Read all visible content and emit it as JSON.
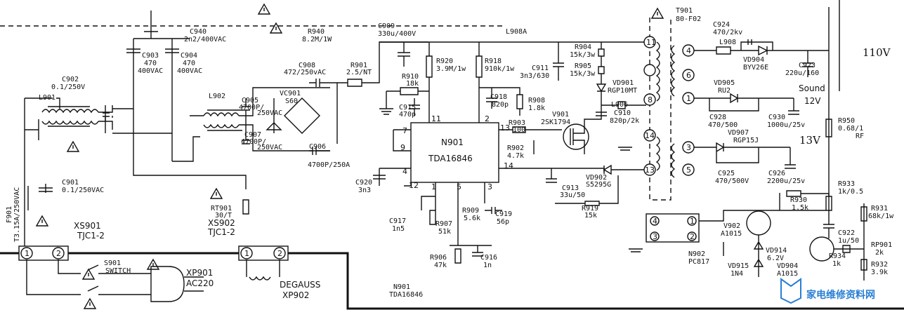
{
  "labels": {
    "t901_top": "T901",
    "t901_part": "80-F02",
    "v110": "110V",
    "sound": "Sound",
    "v12": "12V",
    "v13": "13V",
    "c940": "C940",
    "c940v": "2n2/400VAC",
    "r940": "R940",
    "r940v": "8.2M/1W",
    "c909": "C909",
    "c909v": "330u/400V",
    "l908a": "L908A",
    "r904": "R904",
    "r904v": "15k/3w",
    "r905": "R905",
    "r905v": "15k/3w",
    "vd901": "VD901",
    "vd901v": "RGP10MT",
    "c911": "C911",
    "c911v": "3n3/630",
    "c924": "C924",
    "c924v": "470/2kv",
    "l908": "L908",
    "vd904": "VD904",
    "vd904v": "BYV26E",
    "c923": "C923",
    "c923v": "220u/160",
    "vd905": "VD905",
    "vd905v": "RU2",
    "c928": "C928",
    "c928v": "470/500",
    "c930": "C930",
    "c930v": "1000u/25v",
    "r950": "R950",
    "r950v": "0.68/1",
    "r950rf": "RF",
    "vd907": "VD907",
    "vd907v": "RGP15J",
    "c925": "C925",
    "c925v": "470/500V",
    "c926": "C926",
    "c926v": "2200u/25v",
    "c903": "C903",
    "c903a": "470",
    "c903b": "400VAC",
    "c904": "C904",
    "c904a": "470",
    "c904b": "400VAC",
    "c902": "C902",
    "c902v": "0.1/250V",
    "l901": "L901",
    "l902": "L902",
    "c905": "C905",
    "c905v1": "4700P/",
    "c905v2": "250VAC",
    "c907": "C907",
    "c907v1": "4700P/",
    "c907v2": "250VAC",
    "c908": "C908",
    "c908v": "472/250vAC",
    "vc901": "VC901",
    "vc901v": "S60",
    "c906": "C906",
    "c906v": "4700P/250A",
    "r901": "R901",
    "r901v": "2.5/NT",
    "r920": "R920",
    "r920v": "3.9M/1w",
    "r918": "R918",
    "r918v": "910k/1w",
    "r910": "R910",
    "r910v": "18k",
    "c915": "C915",
    "c915v": "470p",
    "c918": "C918",
    "c918v": "820p",
    "r908": "R908",
    "r908v": "1.8k",
    "v901": "V901",
    "v901v": "2SK1794",
    "l906": "L906",
    "c910": "C910",
    "c910v": "820p/2k",
    "n901": "N901",
    "n901v": "TDA16846",
    "r903": "R903",
    "r903v": "100",
    "r902": "R902",
    "r902v": "4.7k",
    "c920": "C920",
    "c920v": "3n3",
    "vd902": "VD902",
    "vd902v": "S5295G",
    "c913": "C913",
    "c913v": "33u/50",
    "r919": "R919",
    "r919v": "15k",
    "c901": "C901",
    "c901v": "0.1/250VAC",
    "f901": "F901",
    "f901v": "T3.15A/250VAC",
    "xs901": "XS901",
    "xs901v": "TJC1-2",
    "rt901": "RT901",
    "rt901v": "30/T",
    "xs902": "XS902",
    "xs902v": "TJC1-2",
    "c917": "C917",
    "c917v": "1n5",
    "r907": "R907",
    "r907v": "51k",
    "r909": "R909",
    "r909v": "5.6k",
    "c919": "C919",
    "c919v": "56p",
    "r906": "R906",
    "r906v": "47k",
    "c916": "C916",
    "c916v": "1n",
    "s901": "S901",
    "s901v": "SWITCH",
    "xp901": "XP901",
    "xp901v": "AC220",
    "degauss": "DEGAUSS",
    "xp902": "XP902",
    "n901b": "N901",
    "n901bv": "TDA16846",
    "r930": "R930",
    "r930v": "1.5k",
    "r933": "R933",
    "r933v": "1k/0.5",
    "r931": "R931",
    "r931v": "68k/1w",
    "v902": "V902",
    "v902v": "A1015",
    "n902": "N902",
    "n902v": "PC817",
    "c922": "C922",
    "c922v": "1u/50",
    "rp901": "RP901",
    "rp901v": "2k",
    "vd914": "VD914",
    "vd914v": "6.2V",
    "vd915": "VD915",
    "vd915v": "1N4",
    "vd904b": "VD904",
    "vd904bv": "A1015",
    "r934": "R934",
    "r934v": "1k",
    "r932": "R932",
    "r932v": "3.9k",
    "pin7": "7",
    "pin9": "9",
    "pin4": "4",
    "pin11": "11",
    "pin2": "2",
    "pin13": "13",
    "pin14": "14",
    "pin12": "12",
    "pin1": "1",
    "pin5": "5",
    "pin3": "3",
    "t11": "11",
    "t8": "8",
    "t14": "14",
    "t13": "13",
    "t4": "4",
    "t6": "6",
    "t1": "1",
    "t3": "3",
    "t5": "5",
    "x1a": "1",
    "x2a": "2",
    "x1b": "1",
    "x2b": "2",
    "oc4": "4",
    "oc3": "3",
    "oc1": "1",
    "oc2": "2",
    "watermark": "家电维修资料网"
  },
  "colors": {
    "ink": "#111111",
    "watermark": "#2a7fd4"
  }
}
